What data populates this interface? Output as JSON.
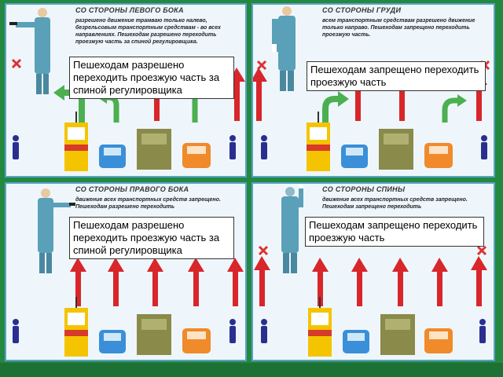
{
  "panels": [
    {
      "title": "Со стороны левого бока",
      "description": "разрешено движение трамваю только налево, безрельсовым транспортным средствам - во всех направлениях. Пешеходам разрешено переходить проезжую часть за спиной регулировщика.",
      "caption": "Пешеходам разрешено переходить проезжую часть за спиной регулировщика"
    },
    {
      "title": "Со стороны груди",
      "description": "всем транспортным средствам разрешено движение только направо. Пешеходам запрещено переходить проезжую часть.",
      "caption": "Пешеходам запрещено переходить проезжую часть"
    },
    {
      "title": "Со стороны правого бока",
      "description": "движение всех транспортных средств запрещено. Пешеходам разрешено переходить",
      "caption": "Пешеходам разрешено переходить проезжую часть за спиной регулировщика"
    },
    {
      "title": "Со стороны спины",
      "description": "движение всех транспортных средств запрещено. Пешеходам запрещено переходить",
      "caption": "Пешеходам запрещено переходить проезжую часть"
    }
  ],
  "colors": {
    "arrow_red": "#d8262b",
    "arrow_green": "#4caf50",
    "cross_red": "#e03030",
    "pedestrian": "#2a2f8f",
    "tram_yellow": "#f5c400",
    "tram_red": "#d83a2a",
    "car_blue": "#3a8fd8",
    "car_orange": "#f08a2a",
    "truck_olive": "#8a8a4a",
    "officer": "#5aa0b8"
  }
}
